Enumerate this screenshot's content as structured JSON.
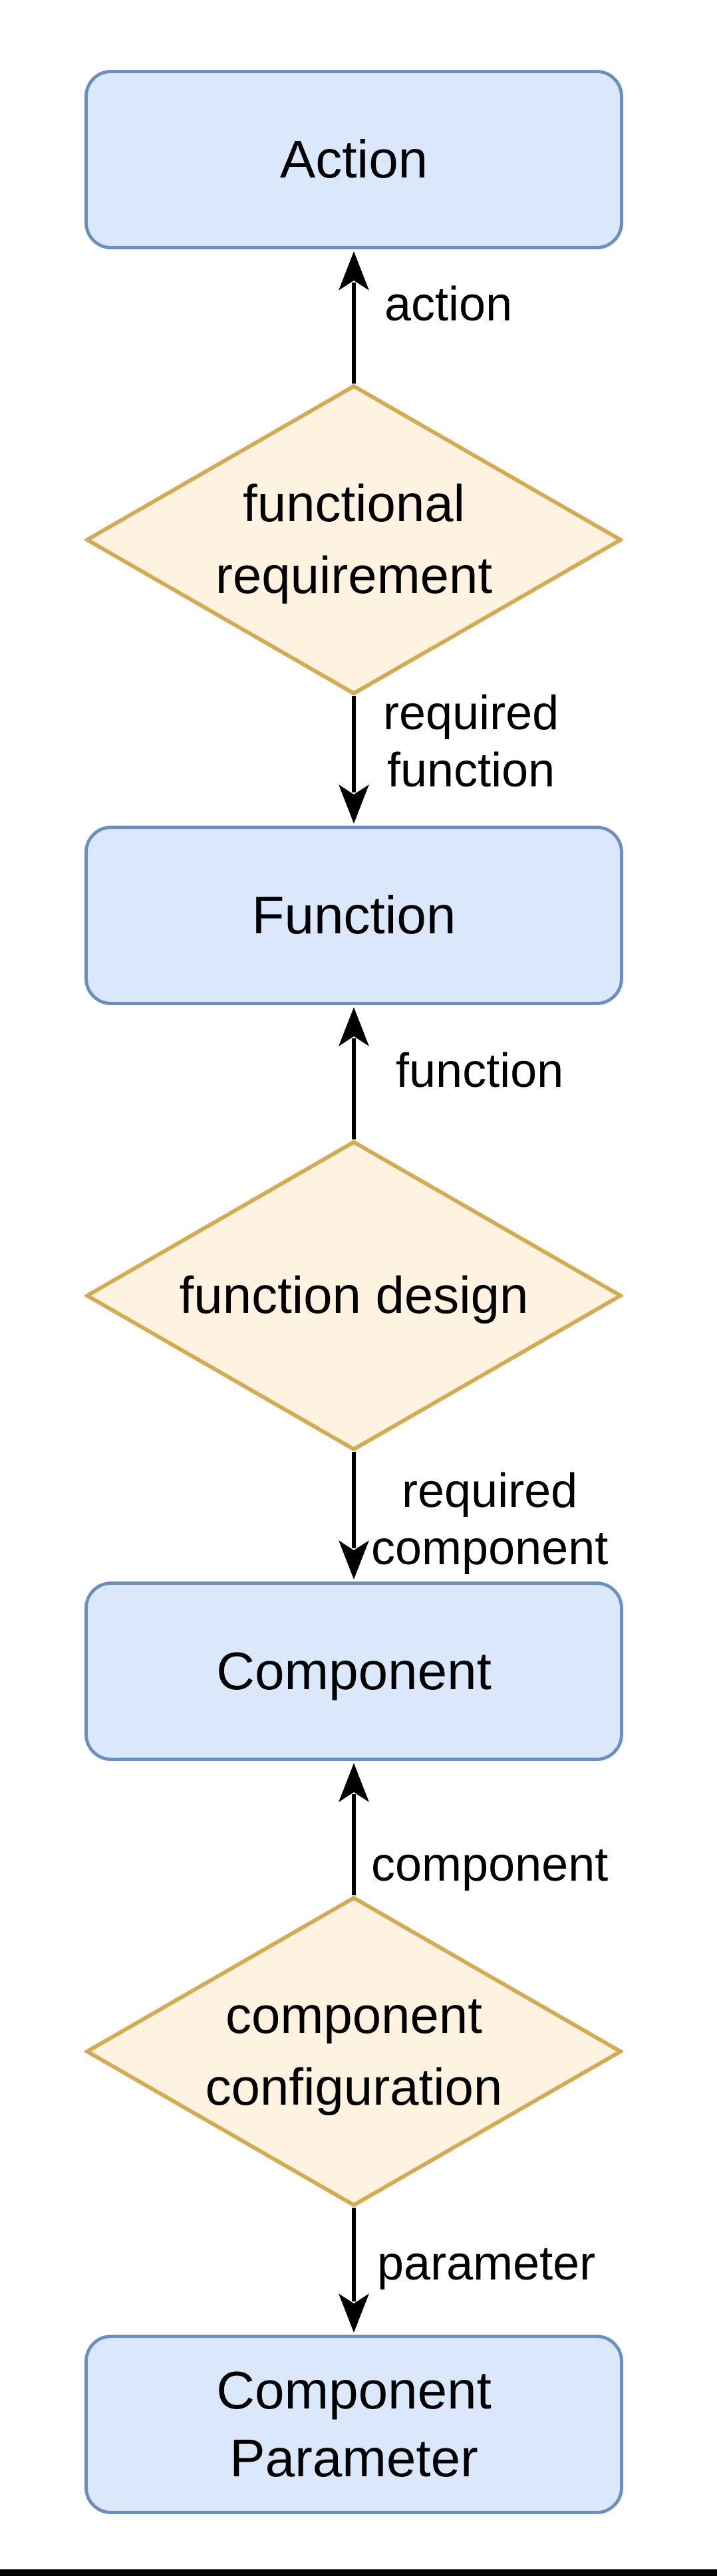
{
  "diagram": {
    "nodes": [
      {
        "id": "action",
        "shape": "rounded-box",
        "label": "Action"
      },
      {
        "id": "functional-requirement",
        "shape": "diamond",
        "label": "functional\nrequirement"
      },
      {
        "id": "function",
        "shape": "rounded-box",
        "label": "Function"
      },
      {
        "id": "function-design",
        "shape": "diamond",
        "label": "function design"
      },
      {
        "id": "component",
        "shape": "rounded-box",
        "label": "Component"
      },
      {
        "id": "component-configuration",
        "shape": "diamond",
        "label": "component\nconfiguration"
      },
      {
        "id": "component-parameter",
        "shape": "rounded-box",
        "label": "Component\nParameter"
      }
    ],
    "edges": [
      {
        "from": "functional-requirement",
        "to": "action",
        "direction": "up",
        "label": "action"
      },
      {
        "from": "functional-requirement",
        "to": "function",
        "direction": "down",
        "label": "required\nfunction"
      },
      {
        "from": "function-design",
        "to": "function",
        "direction": "up",
        "label": "function"
      },
      {
        "from": "function-design",
        "to": "component",
        "direction": "down",
        "label": "required\ncomponent"
      },
      {
        "from": "component-configuration",
        "to": "component",
        "direction": "up",
        "label": "component"
      },
      {
        "from": "component-configuration",
        "to": "component-parameter",
        "direction": "down",
        "label": "parameter"
      }
    ],
    "colors": {
      "background": "#ffffff",
      "box_fill": "#dbe8fc",
      "box_stroke": "#6c8ebf",
      "diamond_fill": "#fdf3e0",
      "diamond_stroke": "#d2ab54",
      "arrow": "#000000",
      "text": "#000000",
      "footer_bar": "#000000"
    }
  }
}
